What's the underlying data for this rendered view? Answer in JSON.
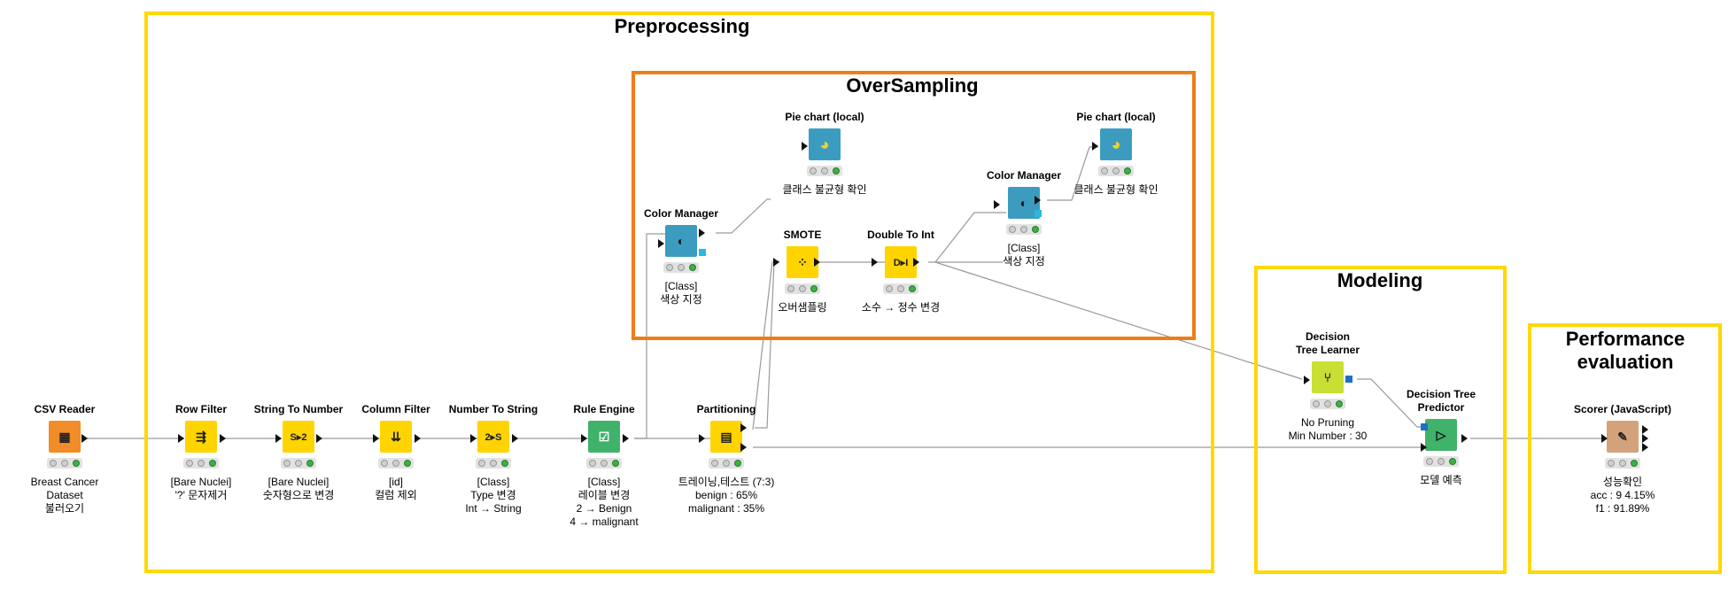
{
  "colors": {
    "preprocessing_box": "#ffd800",
    "oversampling_box": "#ef7d18",
    "modeling_box": "#ffd800",
    "performance_box": "#ffd800",
    "reader": "#f28c28",
    "manipulator": "#ffd400",
    "rule": "#3fb36a",
    "view": "#3c9cc0",
    "learner": "#c8e034",
    "predictor": "#3fb36a",
    "scorer": "#d4a27a"
  },
  "boxes": {
    "preprocessing": "Preprocessing",
    "oversampling": "OverSampling",
    "modeling": "Modeling",
    "performance": "Performance\nevaluation"
  },
  "nodes": {
    "csv_reader": {
      "title": "CSV Reader",
      "desc": "Breast Cancer Dataset\n불러오기",
      "icon": "table-icon",
      "glyph": "▦"
    },
    "row_filter": {
      "title": "Row Filter",
      "desc": "[Bare Nuclei]\n'?' 문자제거",
      "icon": "row-filter-icon",
      "glyph": "⇶"
    },
    "string_to_number": {
      "title": "String To Number",
      "desc": "[Bare Nuclei]\n숫자형으로 변경",
      "icon": "string-to-number-icon",
      "glyph": "S▸2"
    },
    "column_filter": {
      "title": "Column Filter",
      "desc": "[id]\n컬럼 제외",
      "icon": "column-filter-icon",
      "glyph": "⇊"
    },
    "number_to_string": {
      "title": "Number To String",
      "desc": "[Class]\nType 변경\nInt → String",
      "icon": "number-to-string-icon",
      "glyph": "2▸S"
    },
    "rule_engine": {
      "title": "Rule Engine",
      "desc": "[Class]\n레이블 변경\n2 → Benign\n4 → malignant",
      "icon": "rule-icon",
      "glyph": "☑"
    },
    "partitioning": {
      "title": "Partitioning",
      "desc": "트레이닝,테스트 (7:3)\nbenign  : 65%\nmalignant  : 35%",
      "icon": "partition-icon",
      "glyph": "▤"
    },
    "color_manager_1": {
      "title": "Color Manager",
      "desc": "[Class]\n색상 지정",
      "icon": "color-drop-icon",
      "glyph": "◐"
    },
    "pie_chart_1": {
      "title": "Pie chart (local)",
      "desc": "클래스 불균형 확인",
      "icon": "pie-chart-icon",
      "glyph": "◕"
    },
    "smote": {
      "title": "SMOTE",
      "desc": "오버샘플링",
      "icon": "scatter-icon",
      "glyph": "⁘"
    },
    "double_to_int": {
      "title": "Double To Int",
      "desc": "소수 → 정수 변경",
      "icon": "double-to-int-icon",
      "glyph": "D▸I"
    },
    "color_manager_2": {
      "title": "Color Manager",
      "desc": "[Class]\n색상 지정",
      "icon": "color-drop-icon",
      "glyph": "◐"
    },
    "pie_chart_2": {
      "title": "Pie chart (local)",
      "desc": "클래스 불균형 확인",
      "icon": "pie-chart-icon",
      "glyph": "◕"
    },
    "dt_learner": {
      "title": "Decision\nTree Learner",
      "desc": "No Pruning\nMin Number : 30",
      "icon": "tree-icon",
      "glyph": "⑂"
    },
    "dt_predictor": {
      "title": "Decision Tree\nPredictor",
      "desc": "모델 예측",
      "icon": "predict-icon",
      "glyph": "▷"
    },
    "scorer": {
      "title": "Scorer (JavaScript)",
      "desc": "성능확인\nacc : 9 4.15%\nf1 : 91.89%",
      "icon": "scorer-icon",
      "glyph": "✎"
    }
  }
}
